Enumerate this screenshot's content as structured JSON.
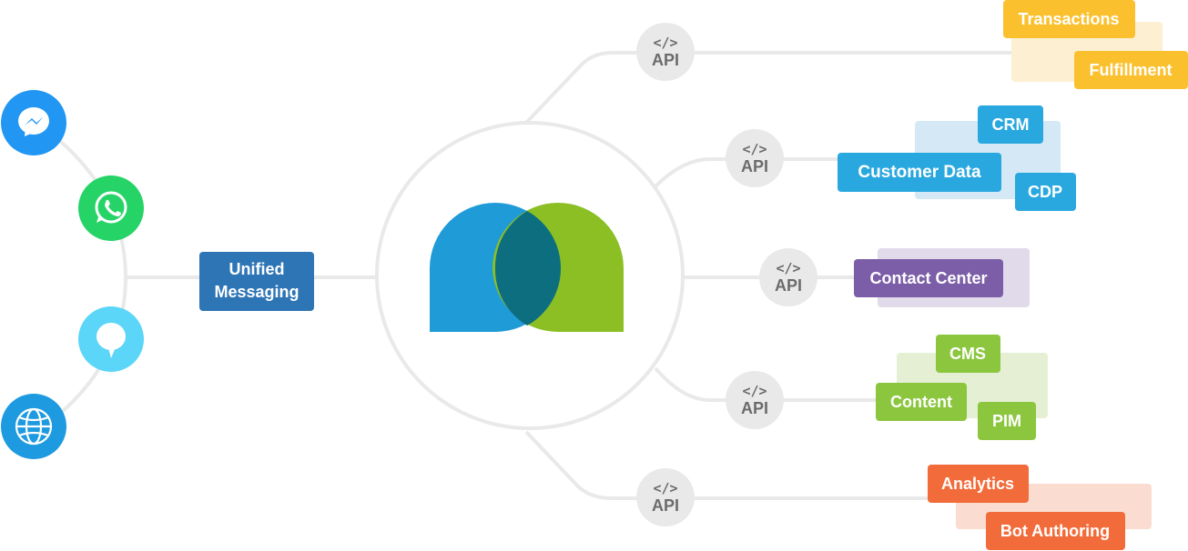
{
  "hub": {
    "label_line1": "Unified",
    "label_line2": "Messaging",
    "color": "#2E75B6"
  },
  "channels": [
    {
      "icon": "messenger-icon",
      "color": "#2196F3"
    },
    {
      "icon": "whatsapp-icon",
      "color": "#25D366"
    },
    {
      "icon": "chat-bubble-icon",
      "color": "#5BD5F8"
    },
    {
      "icon": "web-globe-icon",
      "color": "#1E9AE0"
    }
  ],
  "api": {
    "code": "</>",
    "label": "API"
  },
  "logo": {
    "left_color": "#1F9BD7",
    "right_color": "#8BBF24",
    "overlap_color": "#0D6E80"
  },
  "branches": [
    {
      "name": "commerce",
      "color": "#FBC02D",
      "bg": "#FCEFD2",
      "tags": [
        "Transactions",
        "Fulfillment"
      ]
    },
    {
      "name": "customer",
      "color": "#29A8E0",
      "bg": "#D4E8F6",
      "tags": [
        "CRM",
        "Customer Data",
        "CDP"
      ]
    },
    {
      "name": "contact",
      "color": "#7B5EA7",
      "bg": "#E0DAEA",
      "tags": [
        "Contact Center"
      ]
    },
    {
      "name": "content",
      "color": "#8CC63F",
      "bg": "#E5EFD3",
      "tags": [
        "CMS",
        "Content",
        "PIM"
      ]
    },
    {
      "name": "analytics",
      "color": "#F26B3A",
      "bg": "#FBDCD0",
      "tags": [
        "Analytics",
        "Bot Authoring"
      ]
    }
  ]
}
